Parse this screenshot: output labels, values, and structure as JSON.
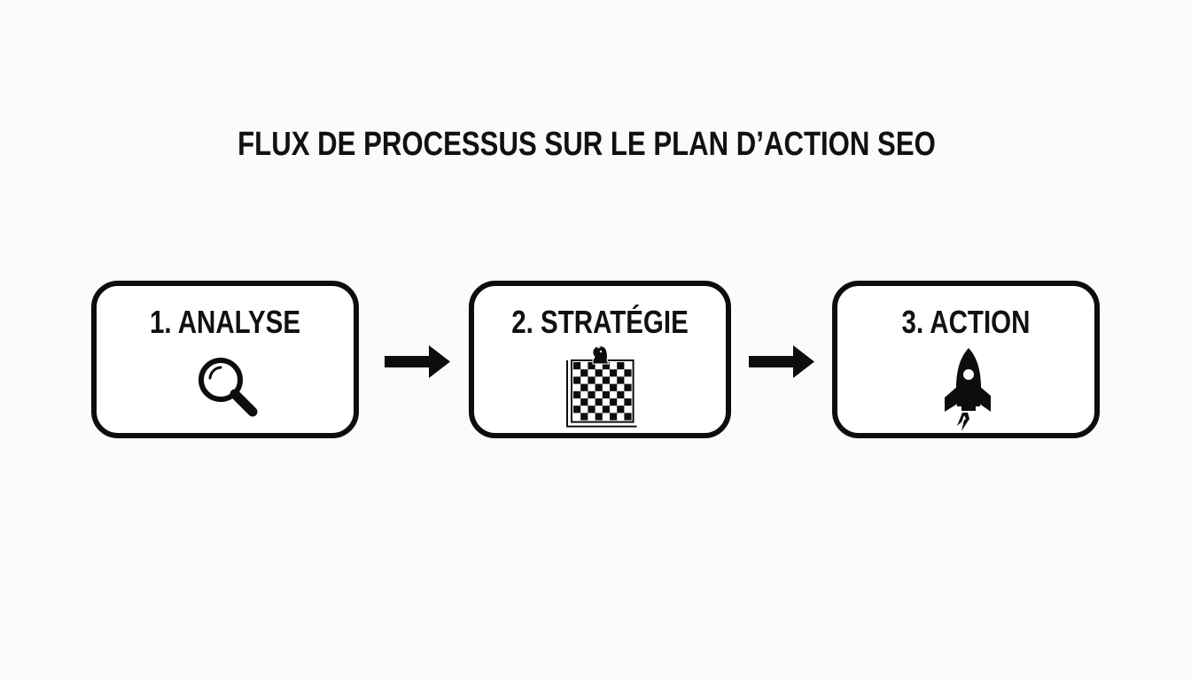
{
  "diagram": {
    "title": "FLUX DE PROCESSUS SUR LE PLAN D’ACTION SEO",
    "steps": [
      {
        "label": "1. ANALYSE",
        "icon": "magnifying-glass-icon"
      },
      {
        "label": "2. STRATÉGIE",
        "icon": "chessboard-knight-icon"
      },
      {
        "label": "3. ACTION",
        "icon": "rocket-icon"
      }
    ],
    "connectors": [
      "arrow-right-icon",
      "arrow-right-icon"
    ],
    "colors": {
      "background": "#fbfbfb",
      "stroke": "#0d0d0d",
      "box_fill": "#ffffff"
    }
  }
}
